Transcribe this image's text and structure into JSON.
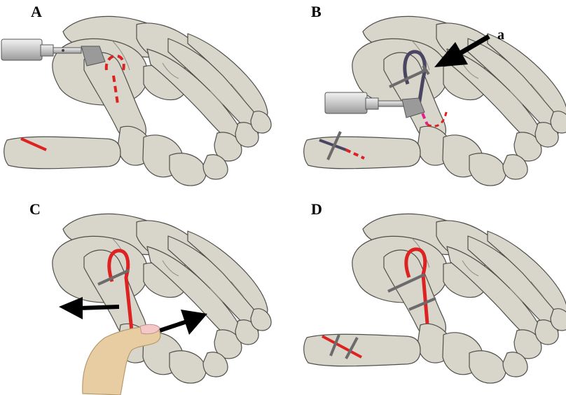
{
  "panels": [
    {
      "label": "A"
    },
    {
      "label": "B"
    },
    {
      "label": "C"
    },
    {
      "label": "D"
    }
  ],
  "annotations": {
    "arrow_a_label": "a"
  },
  "colors": {
    "bone_fill": "#d8d6cb",
    "bone_stroke": "#4f4f4a",
    "red_line": "#dd2222",
    "navy_tendon": "#4a4560",
    "magenta_line": "#e0228a",
    "grey_screw": "#6b6b6b",
    "arrow_black": "#000000",
    "finger_skin": "#e8cda2",
    "nail_pink": "#f5c8c8",
    "drill_silver": "#c8c8c8"
  }
}
